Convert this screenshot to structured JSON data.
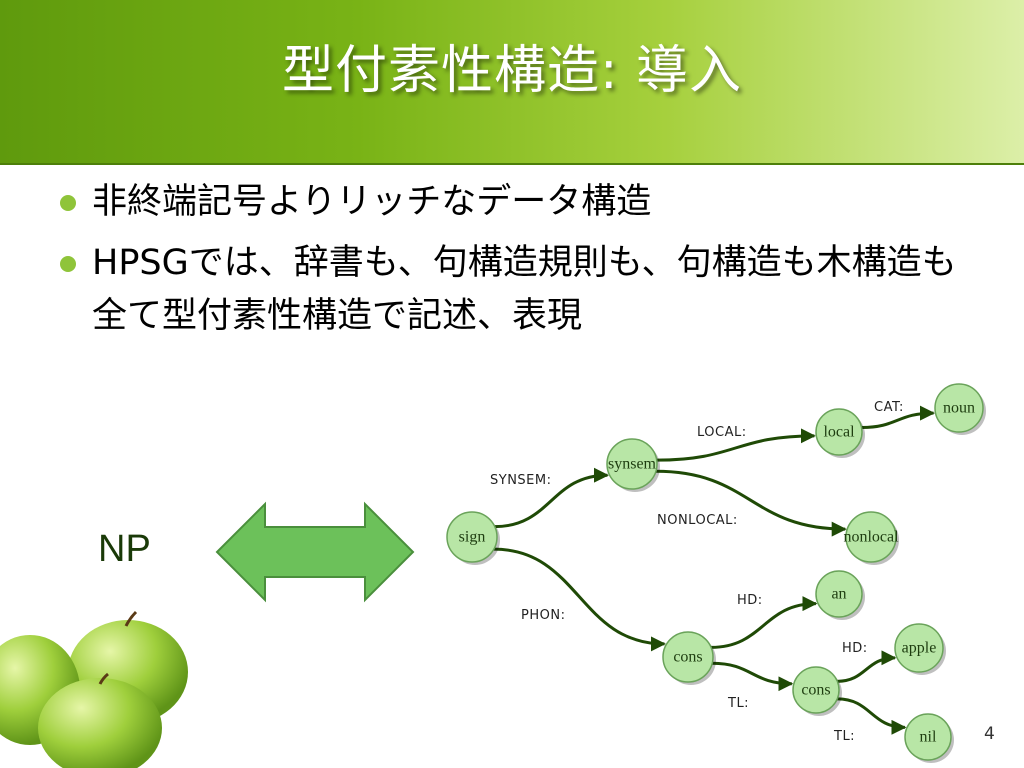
{
  "slide": {
    "title": "型付素性構造: 導入",
    "bullets": [
      "非終端記号よりリッチなデータ構造",
      "HPSGでは、辞書も、句構造規則も、句構造も木構造も全て型付素性構造で記述、表現"
    ],
    "np_label": "NP",
    "page_number": "4"
  },
  "colors": {
    "header_dark": "#5f9a0d",
    "header_light": "#dcefa8",
    "bullet_dot": "#8fc43a",
    "node_fill": "#b8e6a6",
    "edge": "#1f4a06",
    "arrow_fill": "#6cc15a"
  },
  "diagram": {
    "nodes": [
      {
        "id": "sign",
        "label": "sign"
      },
      {
        "id": "synsem",
        "label": "synsem"
      },
      {
        "id": "local",
        "label": "local"
      },
      {
        "id": "noun",
        "label": "noun"
      },
      {
        "id": "nonlocal",
        "label": "nonlocal"
      },
      {
        "id": "cons1",
        "label": "cons"
      },
      {
        "id": "an",
        "label": "an"
      },
      {
        "id": "cons2",
        "label": "cons"
      },
      {
        "id": "apple",
        "label": "apple"
      },
      {
        "id": "nil",
        "label": "nil"
      }
    ],
    "edges": [
      {
        "from": "sign",
        "to": "synsem",
        "label": "SYNSEM:"
      },
      {
        "from": "synsem",
        "to": "local",
        "label": "LOCAL:"
      },
      {
        "from": "local",
        "to": "noun",
        "label": "CAT:"
      },
      {
        "from": "synsem",
        "to": "nonlocal",
        "label": "NONLOCAL:"
      },
      {
        "from": "sign",
        "to": "cons1",
        "label": "PHON:"
      },
      {
        "from": "cons1",
        "to": "an",
        "label": "HD:"
      },
      {
        "from": "cons1",
        "to": "cons2",
        "label": "TL:"
      },
      {
        "from": "cons2",
        "to": "apple",
        "label": "HD:"
      },
      {
        "from": "cons2",
        "to": "nil",
        "label": "TL:"
      }
    ]
  },
  "decorations": {
    "double_arrow": "double-headed-arrow",
    "apples": "green-apples-image"
  }
}
